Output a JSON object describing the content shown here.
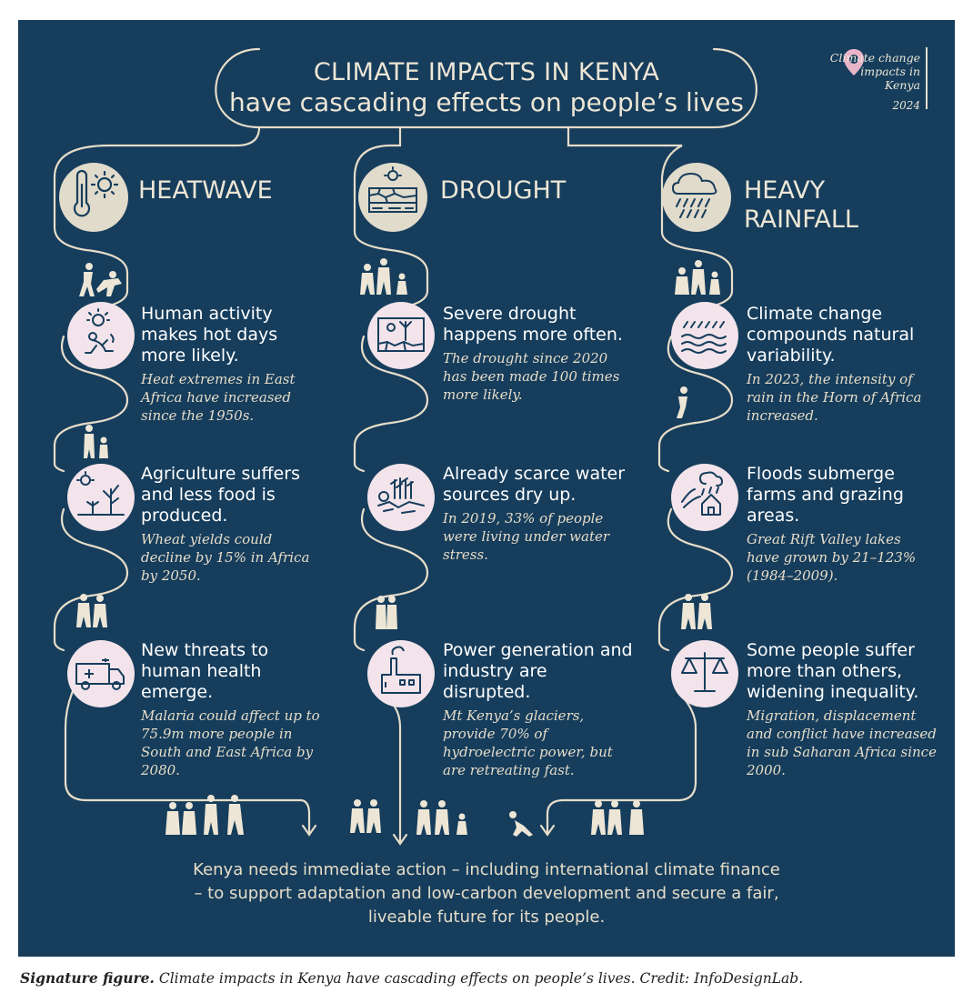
{
  "title": {
    "line1": "CLIMATE IMPACTS IN KENYA",
    "line2": "have cascading effects on people’s lives"
  },
  "badge": {
    "text": "Climate change impacts in Kenya",
    "year": "2024",
    "icon": "map-pin-icon",
    "pin_color": "#e8b4c8"
  },
  "columns": [
    {
      "hazard": "HEATWAVE",
      "hazard_icon": "thermometer-sun-icon",
      "items": [
        {
          "heading": "Human activity makes hot days more likely.",
          "detail": "Heat extremes in East Africa have increased since the 1950s.",
          "icon": "heat-stroke-person-icon"
        },
        {
          "heading": "Agriculture suffers and less food is produced.",
          "detail": "Wheat yields could decline by 15% in Africa by 2050.",
          "icon": "withered-crops-icon"
        },
        {
          "heading": "New threats to human health emerge.",
          "detail": "Malaria could affect up to 75.9m more people in South and East Africa by 2080.",
          "icon": "ambulance-icon"
        }
      ]
    },
    {
      "hazard": "DROUGHT",
      "hazard_icon": "cracked-earth-icon",
      "items": [
        {
          "heading": "Severe drought happens more often.",
          "detail": "The drought since 2020 has been made 100 times more likely.",
          "icon": "dry-land-icon"
        },
        {
          "heading": "Already scarce water sources dry up.",
          "detail": "In 2019, 33% of people were living under water stress.",
          "icon": "dry-riverbed-icon"
        },
        {
          "heading": "Power generation and industry are disrupted.",
          "detail": "Mt Kenya’s glaciers, provide 70% of hydroelectric power, but are retreating fast.",
          "icon": "factory-icon"
        }
      ]
    },
    {
      "hazard": "HEAVY RAINFALL",
      "hazard_icon": "rain-cloud-icon",
      "items": [
        {
          "heading": "Climate change compounds natural variability.",
          "detail": "In 2023, the intensity of rain in the Horn of Africa increased.",
          "icon": "rain-waves-icon"
        },
        {
          "heading": "Floods submerge farms and grazing areas.",
          "detail": "Great Rift Valley lakes have grown by 21–123% (1984–2009).",
          "icon": "flooded-house-icon"
        },
        {
          "heading": "Some people suffer more than others, widening inequality.",
          "detail": "Migration, displacement and conflict have increased in sub Saharan Africa since 2000.",
          "icon": "scales-icon"
        }
      ]
    }
  ],
  "footer": "Kenya needs immediate action – including international climate finance – to support adaptation and low-carbon development and secure a fair, liveable future for its people.",
  "caption": {
    "label": "Signature figure.",
    "text": "Climate impacts in Kenya have cascading effects on people’s lives. Credit: InfoDesignLab."
  },
  "colors": {
    "background": "#163d5c",
    "line": "#e6ddc9",
    "hazard_circle": "#e1dbcb",
    "item_circle": "#f2e4ea",
    "icon_stroke": "#163d5c"
  }
}
